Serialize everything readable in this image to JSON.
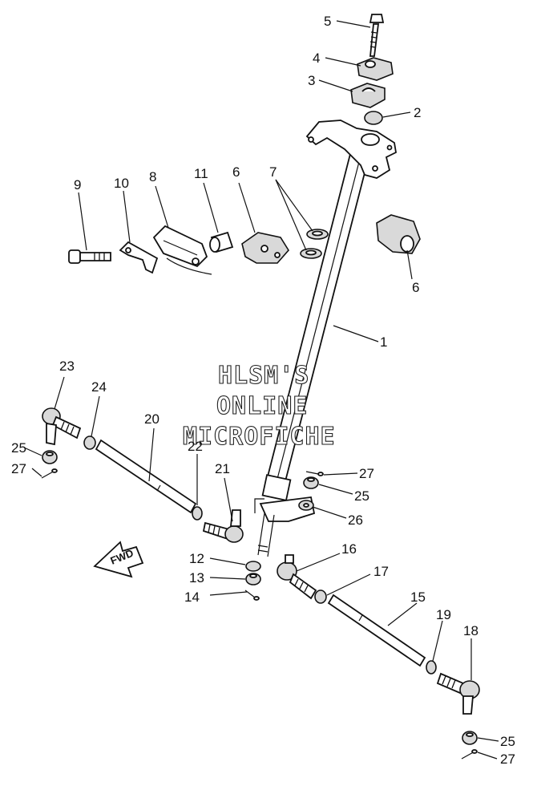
{
  "watermark": {
    "line1": "HLSM'S",
    "line2": "ONLINE",
    "line3": "MICROFICHE"
  },
  "direction_arrow": {
    "label": "FWD"
  },
  "callouts": [
    {
      "id": "c1",
      "text": "1"
    },
    {
      "id": "c2",
      "text": "2"
    },
    {
      "id": "c3",
      "text": "3"
    },
    {
      "id": "c4",
      "text": "4"
    },
    {
      "id": "c5",
      "text": "5"
    },
    {
      "id": "c6a",
      "text": "6"
    },
    {
      "id": "c6b",
      "text": "6"
    },
    {
      "id": "c7",
      "text": "7"
    },
    {
      "id": "c8",
      "text": "8"
    },
    {
      "id": "c9",
      "text": "9"
    },
    {
      "id": "c10",
      "text": "10"
    },
    {
      "id": "c11",
      "text": "11"
    },
    {
      "id": "c12",
      "text": "12"
    },
    {
      "id": "c13",
      "text": "13"
    },
    {
      "id": "c14",
      "text": "14"
    },
    {
      "id": "c15",
      "text": "15"
    },
    {
      "id": "c16",
      "text": "16"
    },
    {
      "id": "c17",
      "text": "17"
    },
    {
      "id": "c18",
      "text": "18"
    },
    {
      "id": "c19",
      "text": "19"
    },
    {
      "id": "c20",
      "text": "20"
    },
    {
      "id": "c21",
      "text": "21"
    },
    {
      "id": "c22",
      "text": "22"
    },
    {
      "id": "c23",
      "text": "23"
    },
    {
      "id": "c24",
      "text": "24"
    },
    {
      "id": "c25a",
      "text": "25"
    },
    {
      "id": "c25b",
      "text": "25"
    },
    {
      "id": "c25c",
      "text": "25"
    },
    {
      "id": "c26",
      "text": "26"
    },
    {
      "id": "c27a",
      "text": "27"
    },
    {
      "id": "c27b",
      "text": "27"
    },
    {
      "id": "c27c",
      "text": "27"
    }
  ]
}
